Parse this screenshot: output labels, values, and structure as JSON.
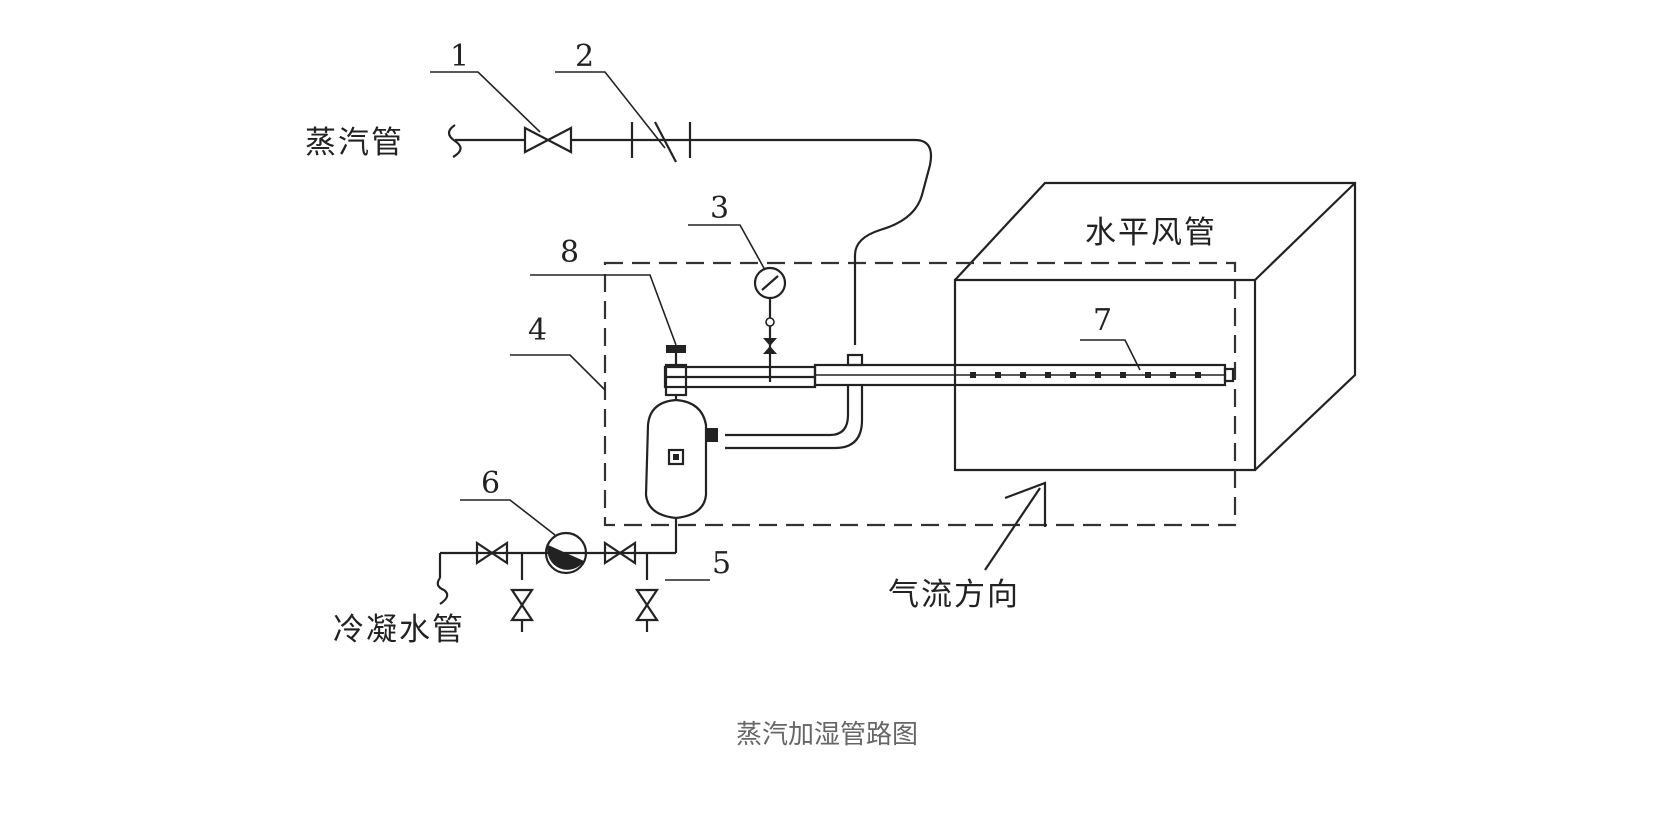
{
  "labels": {
    "n1": "1",
    "n2": "2",
    "n3": "3",
    "n4": "4",
    "n5": "5",
    "n6": "6",
    "n7": "7",
    "n8": "8",
    "steam_pipe": "蒸汽管",
    "horizontal_duct": "水平风管",
    "condensate_pipe": "冷凝水管",
    "airflow_direction": "气流方向"
  },
  "caption": "蒸汽加湿管路图"
}
